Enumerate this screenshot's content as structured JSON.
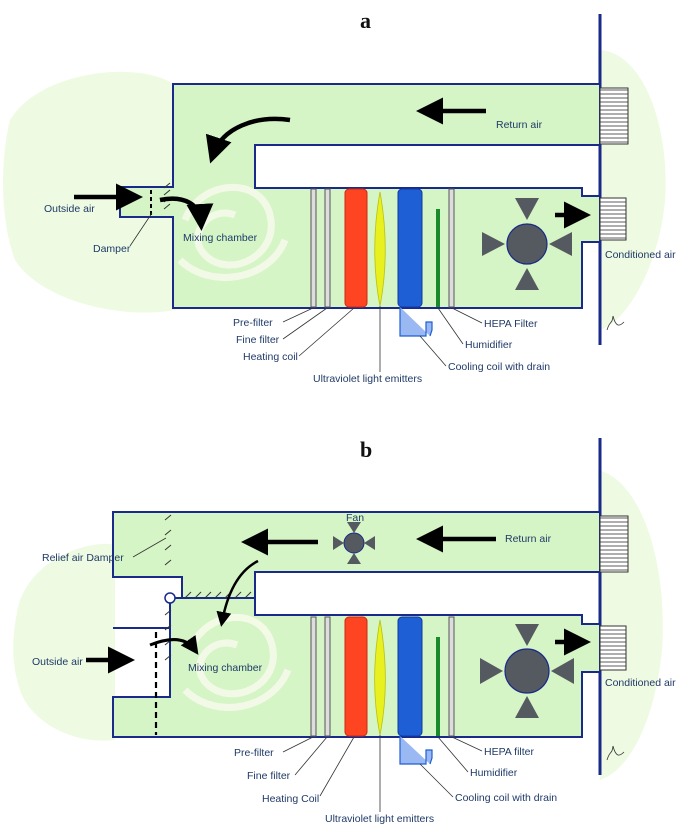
{
  "panel_a": {
    "heading": "a",
    "labels": {
      "return_air": "Return air",
      "outside_air": "Outside air",
      "damper": "Damper",
      "mixing_chamber": "Mixing chamber",
      "conditioned_air": "Conditioned air",
      "pre_filter": "Pre-filter",
      "fine_filter": "Fine filter",
      "heating_coil": "Heating coil",
      "uv_emitters": "Ultraviolet light emitters",
      "cooling_coil": "Cooling coil with drain",
      "humidifier": "Humidifier",
      "hepa_filter": "HEPA Filter"
    }
  },
  "panel_b": {
    "heading": "b",
    "labels": {
      "fan": "Fan",
      "return_air": "Return air",
      "relief_air_damper": "Relief air Damper",
      "outside_air": "Outside air",
      "mixing_chamber": "Mixing chamber",
      "conditioned_air": "Conditioned air",
      "pre_filter": "Pre-filter",
      "fine_filter": "Fine filter",
      "heating_coil": "Heating Coil",
      "uv_emitters": "Ultraviolet light emitters",
      "cooling_coil": "Cooling coil with drain",
      "humidifier": "Humidifier",
      "hepa_filter": "HEPA filter"
    }
  },
  "colors": {
    "duct_fill": "#d6f5c6",
    "backdrop": "#eefbe2",
    "duct_outline": "#1a2a8a",
    "heating_coil": "#ff4422",
    "cooling_coil": "#1f5fd6",
    "uv_emitter": "#e8f020",
    "humidifier": "#1a8a2a",
    "fan": "#555a60"
  }
}
